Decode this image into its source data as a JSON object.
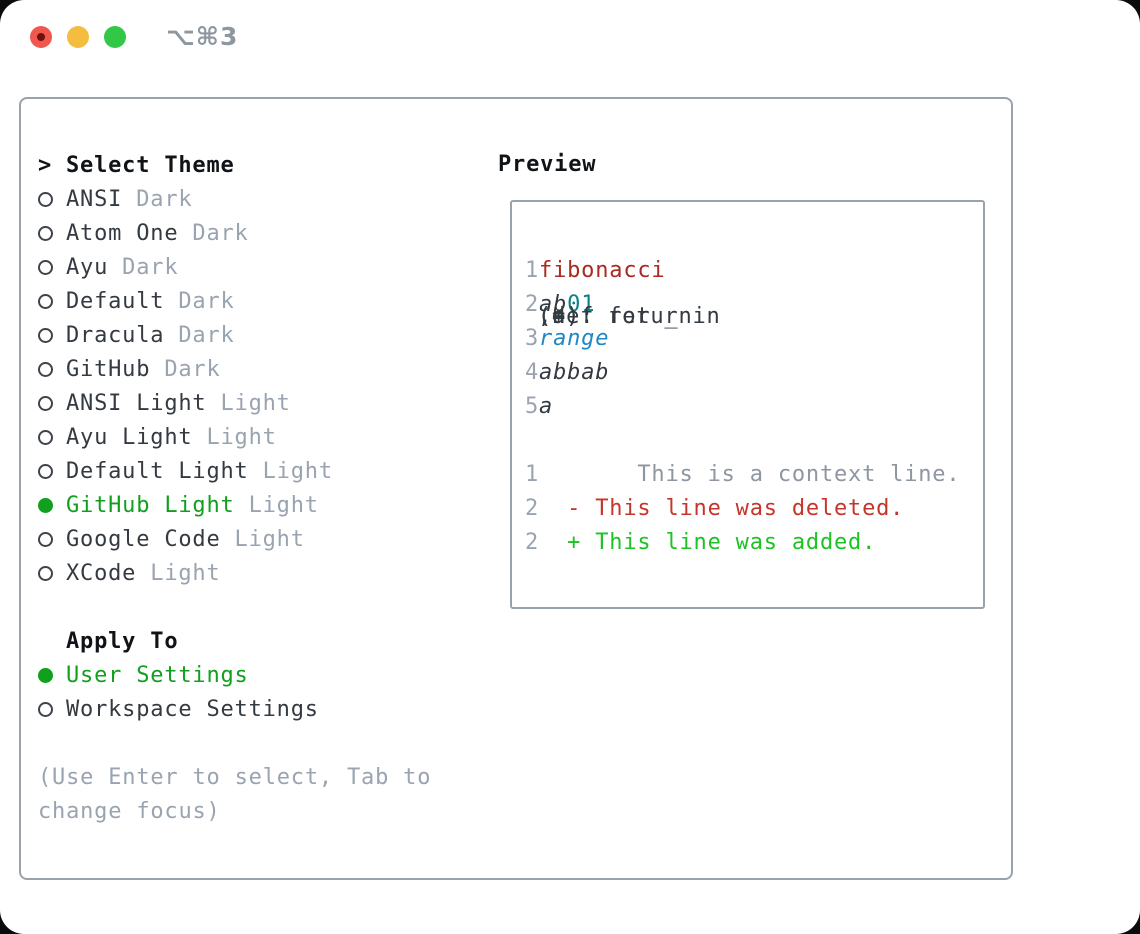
{
  "window": {
    "title": "⌥⌘3",
    "traffic_lights": [
      {
        "name": "close",
        "color": "#f0584f",
        "has_dot": true,
        "dot_color": "#6d1309"
      },
      {
        "name": "minimize",
        "color": "#f5bd40",
        "has_dot": false
      },
      {
        "name": "zoom",
        "color": "#33c748",
        "has_dot": false
      }
    ]
  },
  "theme_panel": {
    "header_prefix": ">",
    "header": "Select Theme",
    "themes": [
      {
        "name": "ANSI",
        "variant": "Dark",
        "selected": false
      },
      {
        "name": "Atom One",
        "variant": "Dark",
        "selected": false
      },
      {
        "name": "Ayu",
        "variant": "Dark",
        "selected": false
      },
      {
        "name": "Default",
        "variant": "Dark",
        "selected": false
      },
      {
        "name": "Dracula",
        "variant": "Dark",
        "selected": false
      },
      {
        "name": "GitHub",
        "variant": "Dark",
        "selected": false
      },
      {
        "name": "ANSI Light",
        "variant": "Light",
        "selected": false
      },
      {
        "name": "Ayu Light",
        "variant": "Light",
        "selected": false
      },
      {
        "name": "Default Light",
        "variant": "Light",
        "selected": false
      },
      {
        "name": "GitHub Light",
        "variant": "Light",
        "selected": true
      },
      {
        "name": "Google Code",
        "variant": "Light",
        "selected": false
      },
      {
        "name": "XCode",
        "variant": "Light",
        "selected": false
      }
    ],
    "apply_to": {
      "header": "Apply To",
      "options": [
        {
          "label": "User Settings",
          "selected": true
        },
        {
          "label": "Workspace Settings",
          "selected": false
        }
      ]
    },
    "hint_lines": [
      "(Use Enter to select, Tab to",
      "change focus)"
    ]
  },
  "preview": {
    "header": "Preview",
    "lines": [
      {
        "num": "1",
        "segments": [
          {
            "text": " def ",
            "style": "code"
          },
          {
            "text": "fibonacci",
            "style": "func"
          },
          {
            "text": "(n):",
            "style": "code"
          }
        ]
      },
      {
        "num": "2",
        "segments": [
          {
            "text": "     ",
            "style": "code"
          },
          {
            "text": "a",
            "style": "var"
          },
          {
            "text": ", ",
            "style": "code"
          },
          {
            "text": "b",
            "style": "var"
          },
          {
            "text": " = ",
            "style": "code"
          },
          {
            "text": "0",
            "style": "num"
          },
          {
            "text": ", ",
            "style": "code"
          },
          {
            "text": "1",
            "style": "num"
          }
        ]
      },
      {
        "num": "3",
        "segments": [
          {
            "text": "     for _ in ",
            "style": "code"
          },
          {
            "text": "range",
            "style": "builtin"
          },
          {
            "text": "(n):",
            "style": "code"
          }
        ]
      },
      {
        "num": "4",
        "segments": [
          {
            "text": "         ",
            "style": "code"
          },
          {
            "text": "a",
            "style": "var"
          },
          {
            "text": ", ",
            "style": "code"
          },
          {
            "text": "b",
            "style": "var"
          },
          {
            "text": " = ",
            "style": "code"
          },
          {
            "text": "b",
            "style": "var"
          },
          {
            "text": ", ",
            "style": "code"
          },
          {
            "text": "a",
            "style": "var"
          },
          {
            "text": " + ",
            "style": "code"
          },
          {
            "text": "b",
            "style": "var"
          }
        ]
      },
      {
        "num": "5",
        "segments": [
          {
            "text": "     return ",
            "style": "code"
          },
          {
            "text": "a",
            "style": "var"
          }
        ]
      },
      {
        "num": "",
        "segments": []
      },
      {
        "num": "1",
        "segments": [
          {
            "text": "       This is a context line.",
            "style": "context"
          }
        ]
      },
      {
        "num": "2",
        "segments": [
          {
            "text": "  - This line was deleted.",
            "style": "deleted"
          }
        ]
      },
      {
        "num": "2",
        "segments": [
          {
            "text": "  + This line was added.",
            "style": "added"
          }
        ]
      }
    ]
  },
  "colors": {
    "selection_green": "#10a01e",
    "added_green": "#1dc322",
    "deleted_red": "#c6352a",
    "function_red": "#a82a22",
    "number_teal": "#0d7f86",
    "builtin_blue": "#1f86c7",
    "border_gray": "#9aa2ac",
    "muted_gray": "#9aa4b0",
    "text_dark": "#343a41"
  }
}
